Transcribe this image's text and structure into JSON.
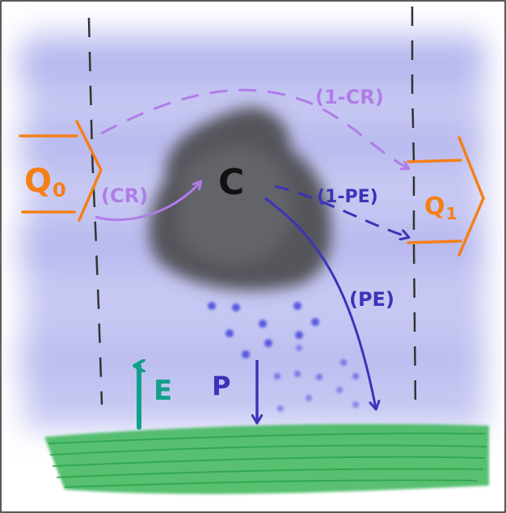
{
  "labels": {
    "inflow": "Q",
    "inflow_sub": "0",
    "outflow": "Q",
    "outflow_sub": "1",
    "cloud": "C",
    "capture_ratio": "(CR)",
    "pass_through": "(1-CR)",
    "not_precip": "(1-PE)",
    "precip_eff": "(PE)",
    "evaporation": "E",
    "precipitation": "P"
  },
  "colors": {
    "inflow_outflow": "#f57f17",
    "cr_arrows": "#b07de8",
    "pe_arrows": "#3b34b8",
    "evaporation": "#13a08a",
    "precipitation": "#3b34b8",
    "ground": "#33b54d",
    "sky": "#b9b9f0",
    "cloud": "#4f4f55",
    "boundary": "#333333"
  }
}
